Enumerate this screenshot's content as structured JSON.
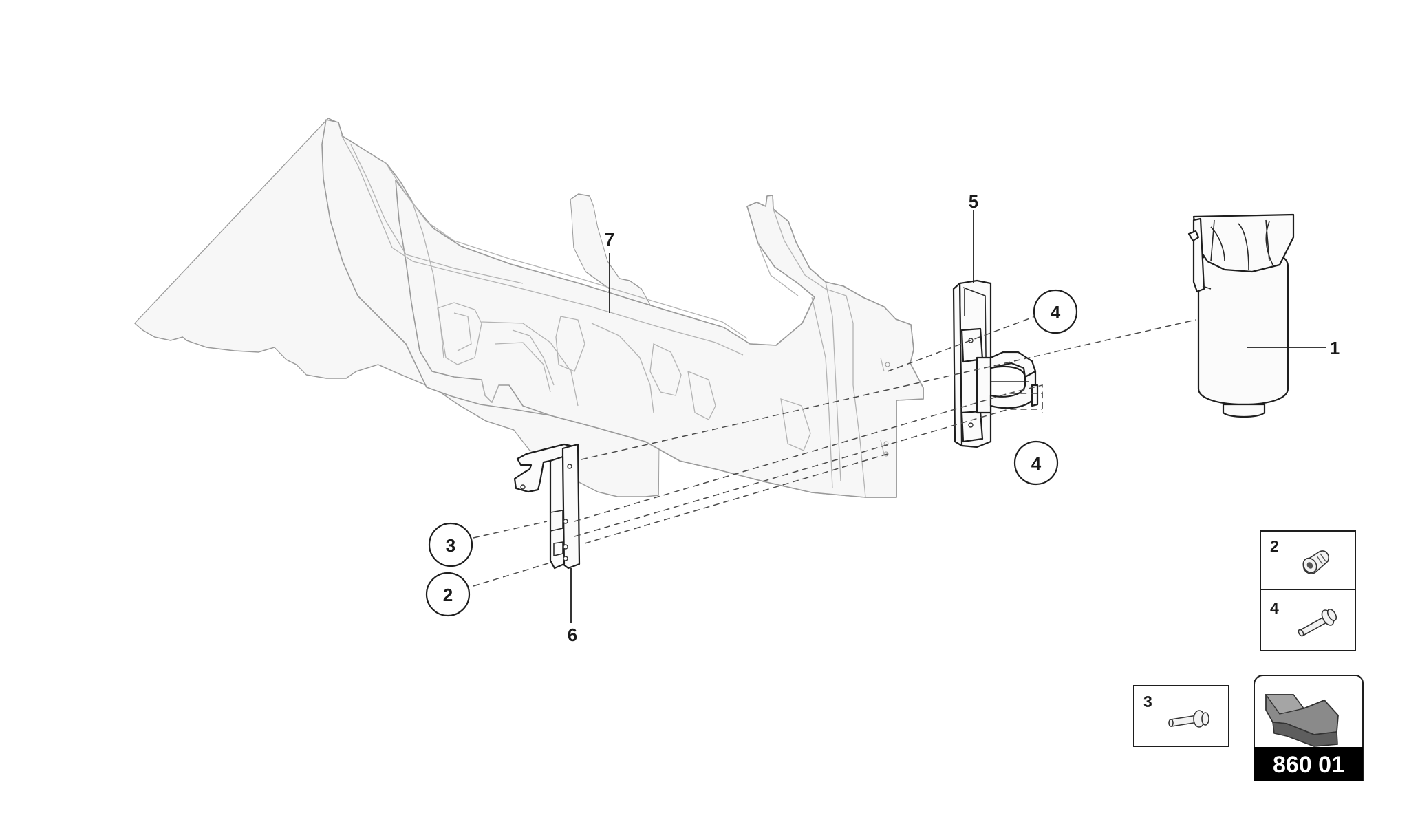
{
  "callouts": {
    "part1": "1",
    "part2": "2",
    "part3": "3",
    "part4_upper": "4",
    "part4_lower": "4",
    "part5": "5",
    "part6": "6",
    "part7": "7"
  },
  "legend": {
    "item2": "2",
    "item4": "4",
    "item3": "3"
  },
  "reference_code": "860 01"
}
